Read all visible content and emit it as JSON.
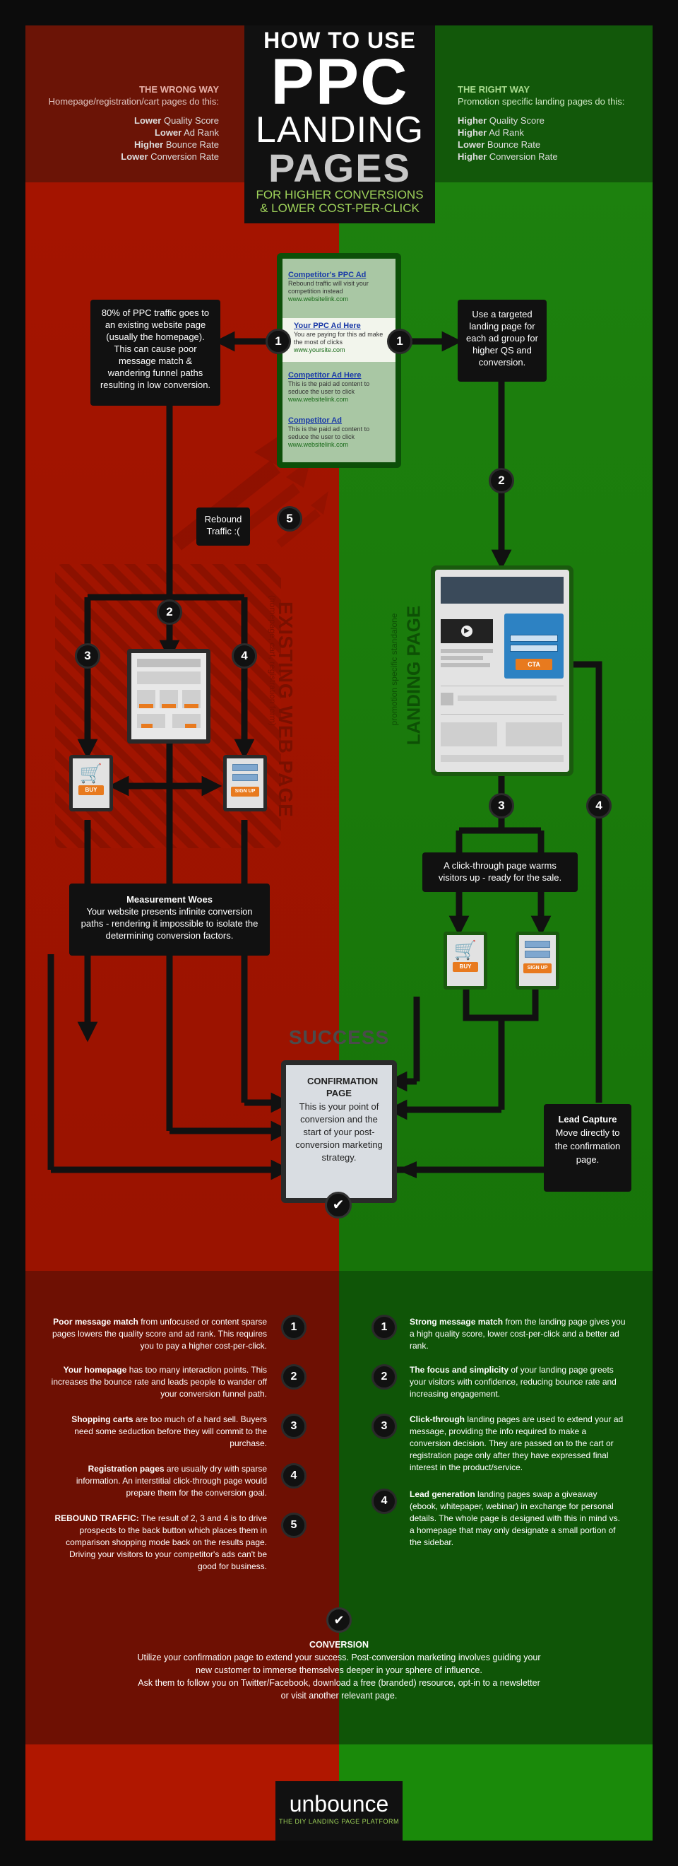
{
  "header": {
    "title_line1": "HOW TO USE",
    "title_line2": "PPC",
    "title_line3": "LANDING",
    "title_line4": "PAGES",
    "subtitle_line1": "FOR HIGHER CONVERSIONS",
    "subtitle_line2": "& LOWER COST-PER-CLICK",
    "wrong_way": {
      "heading": "THE WRONG WAY",
      "sub": "Homepage/registration/cart pages do this:",
      "items": [
        {
          "bold": "Lower",
          "text": " Quality Score"
        },
        {
          "bold": "Lower",
          "text": " Ad Rank"
        },
        {
          "bold": "Higher",
          "text": " Bounce Rate"
        },
        {
          "bold": "Lower",
          "text": " Conversion Rate"
        }
      ]
    },
    "right_way": {
      "heading": "THE RIGHT WAY",
      "sub": "Promotion specific landing pages do this:",
      "items": [
        {
          "bold": "Higher",
          "text": " Quality Score"
        },
        {
          "bold": "Higher",
          "text": " Ad Rank"
        },
        {
          "bold": "Lower",
          "text": " Bounce Rate"
        },
        {
          "bold": "Higher",
          "text": " Conversion Rate"
        }
      ]
    }
  },
  "ads": [
    {
      "title": "Competitor's PPC Ad",
      "body": "Rebound traffic will visit your competition instead",
      "url": "www.websitelink.com"
    },
    {
      "title": "Your PPC Ad Here",
      "body": "You are paying for this ad make the most of clicks",
      "url": "www.yoursite.com"
    },
    {
      "title": "Competitor Ad Here",
      "body": "This is the paid ad content to seduce the user to click",
      "url": "www.websitelink.com"
    },
    {
      "title": "Competitor Ad",
      "body": "This is the paid ad content to seduce the user to click",
      "url": "www.websitelink.com"
    }
  ],
  "flow": {
    "left_intro": "80% of PPC traffic goes to an existing website page (usually the homepage). This can cause poor message match & wandering funnel paths resulting in low conversion.",
    "right_intro": "Use a targeted landing page for each ad group for higher QS and conversion.",
    "rebound": "Rebound Traffic :(",
    "existing_title": "EXISTING WEB PAGE",
    "existing_sub": "(homepage, cart, registration form)",
    "landing_title": "LANDING PAGE",
    "landing_sub": "promotion specific standalone",
    "measurement_title": "Measurement Woes",
    "measurement_body": "Your website presents infinite conversion paths - rendering it impossible to isolate the determining conversion factors.",
    "clickthrough": "A click-through page warms visitors up - ready for the sale.",
    "success": "SUCCESS",
    "confirmation_title": "CONFIRMATION PAGE",
    "confirmation_body": "This is your point of conversion and the start of your post-conversion marketing strategy.",
    "lead_title": "Lead Capture",
    "lead_body": "Move directly to the confirmation page.",
    "buy_label": "BUY",
    "signup_label": "SIGN UP",
    "cta_label": "CTA",
    "num1": "1",
    "num2": "2",
    "num3": "3",
    "num4": "4",
    "num5": "5"
  },
  "left_list": [
    {
      "num": "1",
      "bold": "Poor message match",
      "text": " from unfocused or content sparse pages lowers the quality score and ad rank. This requires you to pay a higher cost-per-click."
    },
    {
      "num": "2",
      "bold": "Your homepage",
      "text": " has too many interaction points. This increases the bounce rate and leads people to wander off your conversion funnel path."
    },
    {
      "num": "3",
      "bold": "Shopping carts",
      "text": " are too much of a hard sell. Buyers need some seduction before they will commit to the purchase."
    },
    {
      "num": "4",
      "bold": "Registration pages",
      "text": " are usually dry with sparse information. An interstitial click-through page would prepare them for the conversion goal."
    },
    {
      "num": "5",
      "bold": "REBOUND TRAFFIC:",
      "text": " The result of 2, 3 and 4 is to drive prospects to the back button which places them in comparison shopping mode back on the results page. Driving your visitors to your competitor's ads can't be good for business."
    }
  ],
  "right_list": [
    {
      "num": "1",
      "bold": "Strong message match",
      "text": " from the landing page gives you a high quality score, lower cost-per-click and a better ad rank."
    },
    {
      "num": "2",
      "bold": "The focus and simplicity",
      "text": " of your landing page greets your visitors with confidence, reducing bounce rate and increasing engagement."
    },
    {
      "num": "3",
      "bold": "Click-through",
      "text": " landing pages are used to extend your ad message, providing the info required to make a conversion decision. They are passed on to the cart or registration page only after they have expressed final interest in the product/service."
    },
    {
      "num": "4",
      "bold": "Lead generation",
      "text": " landing pages swap a giveaway (ebook, whitepaper, webinar) in exchange for personal details. The whole page is designed with this in mind vs. a homepage that may only designate a small portion of the sidebar."
    }
  ],
  "conversion": {
    "title": "CONVERSION",
    "line1": "Utilize your confirmation page to extend your success. Post-conversion marketing involves guiding your",
    "line2": "new customer to immerse themselves deeper in your sphere of influence.",
    "line3": "Ask them to follow you on Twitter/Facebook, download a free (branded) resource, opt-in to a newsletter",
    "line4": "or visit another relevant page."
  },
  "footer": {
    "logo": "unbounce",
    "tagline": "THE DIY LANDING PAGE PLATFORM"
  },
  "colors": {
    "red": "#a21400",
    "green": "#1b7d0c",
    "dark_red": "#6e1003",
    "dark_green": "#0f5507",
    "cta_orange": "#e87a1e"
  }
}
